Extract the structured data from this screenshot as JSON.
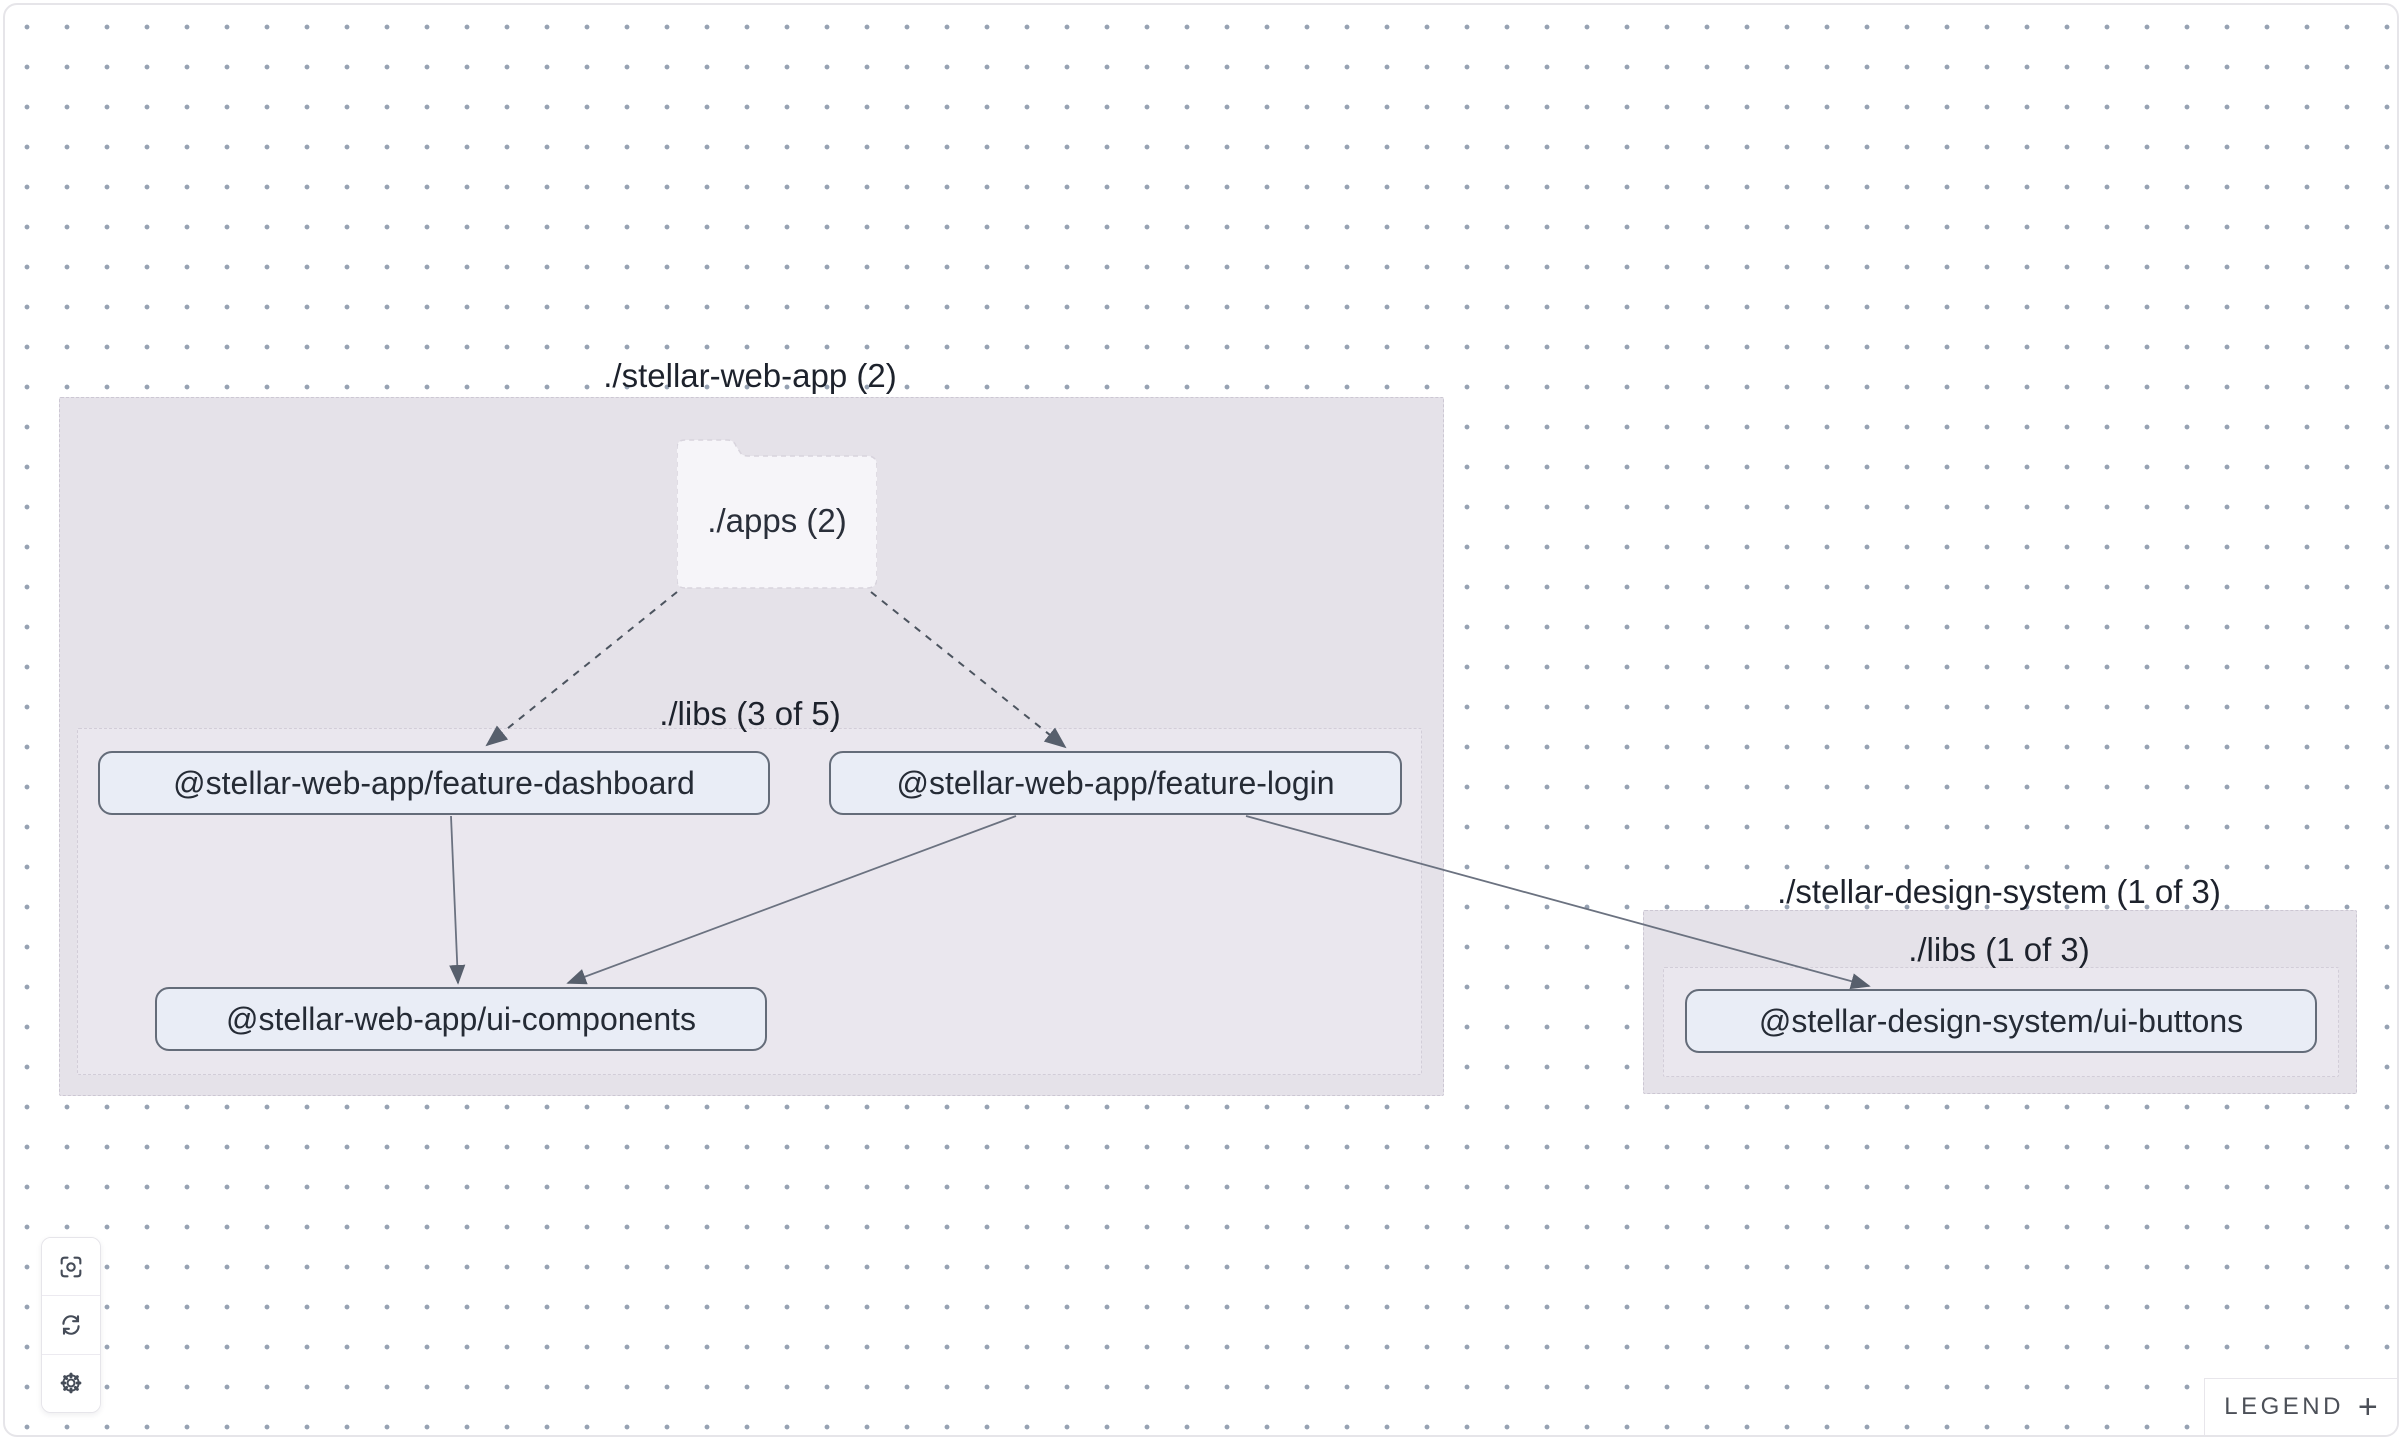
{
  "graph": {
    "groups": {
      "web_app": {
        "label": "./stellar-web-app (2)"
      },
      "apps_folder": {
        "label": "./apps (2)"
      },
      "web_libs": {
        "label": "./libs (3 of 5)"
      },
      "design_system": {
        "label": "./stellar-design-system (1 of 3)"
      },
      "design_libs": {
        "label": "./libs (1 of 3)"
      }
    },
    "nodes": {
      "feature_dashboard": {
        "label": "@stellar-web-app/feature-dashboard"
      },
      "feature_login": {
        "label": "@stellar-web-app/feature-login"
      },
      "ui_components": {
        "label": "@stellar-web-app/ui-components"
      },
      "ui_buttons": {
        "label": "@stellar-design-system/ui-buttons"
      }
    },
    "edges": [
      {
        "from": "./apps",
        "to": "@stellar-web-app/feature-dashboard",
        "style": "dashed"
      },
      {
        "from": "./apps",
        "to": "@stellar-web-app/feature-login",
        "style": "dashed"
      },
      {
        "from": "@stellar-web-app/feature-dashboard",
        "to": "@stellar-web-app/ui-components",
        "style": "solid"
      },
      {
        "from": "@stellar-web-app/feature-login",
        "to": "@stellar-web-app/ui-components",
        "style": "solid"
      },
      {
        "from": "@stellar-web-app/feature-login",
        "to": "@stellar-design-system/ui-buttons",
        "style": "solid"
      }
    ]
  },
  "controls": {
    "buttons": [
      {
        "icon": "focus-icon"
      },
      {
        "icon": "refresh-icon"
      },
      {
        "icon": "gear-icon"
      }
    ]
  },
  "legend": {
    "label": "LEGEND",
    "toggle": "+"
  },
  "colors": {
    "group_fill": "#e5e2e9",
    "subgroup_fill": "#eae7ee",
    "node_fill": "#e9edf6",
    "node_border": "#646c79",
    "edge": "#5d6572",
    "dot_grid": "#96a2b3"
  }
}
